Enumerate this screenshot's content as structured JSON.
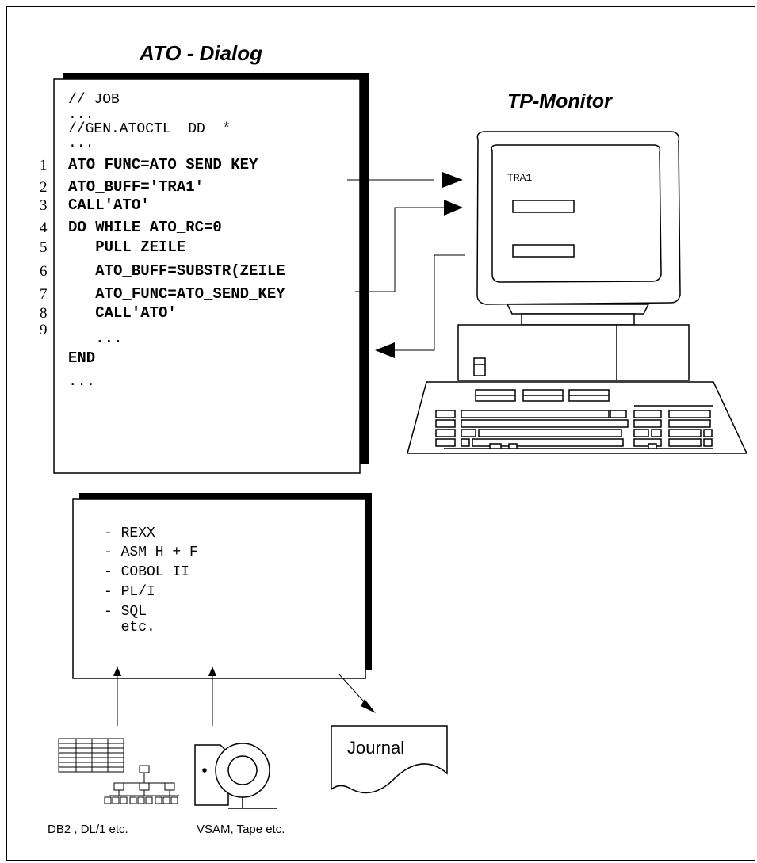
{
  "dialog": {
    "title": "ATO - Dialog",
    "header_lines": [
      "// JOB",
      "...",
      "//GEN.ATOCTL  DD  *",
      "..."
    ],
    "numbered_lines": [
      {
        "num": "1",
        "text": "ATO_FUNC=ATO_SEND_KEY"
      },
      {
        "num": "2",
        "text": "ATO_BUFF='TRA1'"
      },
      {
        "num": "3",
        "text": "CALL'ATO'"
      },
      {
        "num": "4",
        "text": "DO WHILE ATO_RC=0"
      },
      {
        "num": "5",
        "text": "   PULL ZEILE"
      },
      {
        "num": "6",
        "text": "   ATO_BUFF=SUBSTR(ZEILE"
      },
      {
        "num": "7",
        "text": "   ATO_FUNC=ATO_SEND_KEY"
      },
      {
        "num": "8",
        "text": "   CALL'ATO'"
      },
      {
        "num": "9",
        "text": "   ..."
      }
    ],
    "end_line": "END",
    "tail_line": "..."
  },
  "monitor": {
    "title": "TP-Monitor",
    "screen_text": "TRA1"
  },
  "languages": {
    "items": [
      "- REXX",
      "- ASM H + F",
      "- COBOL II",
      "- PL/I",
      "- SQL",
      "  etc."
    ]
  },
  "sources": {
    "db_label": "DB2 , DL/1 etc.",
    "vsam_label": "VSAM, Tape etc.",
    "journal_label": "Journal"
  }
}
